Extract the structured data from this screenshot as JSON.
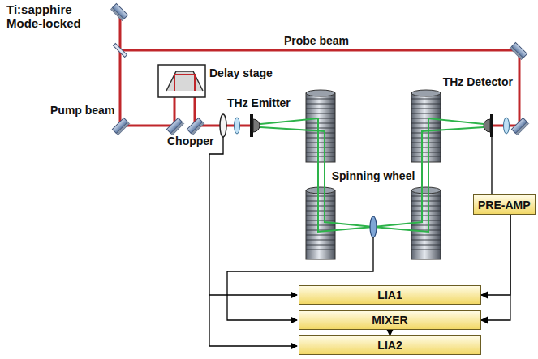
{
  "diagram": {
    "nodes": [
      {
        "text": [
          "PRE-AMP"
        ]
      },
      {
        "text": [
          "LIA1"
        ]
      },
      {
        "text": [
          "MIXER"
        ]
      },
      {
        "text": [
          "LIA2"
        ]
      }
    ],
    "edges": [
      {
        "from": 0,
        "to": 1,
        "arrow": "to"
      },
      {
        "from": 0,
        "to": 2,
        "arrow": "to"
      },
      {
        "from": 2,
        "to": 3,
        "arrow": "to"
      }
    ],
    "labels": [
      "Ti:sapphire Mode-locked",
      "Probe beam",
      "Pump beam",
      "Delay stage",
      "Chopper",
      "THz Emitter",
      "Spinning wheel",
      "THz Detector"
    ]
  }
}
